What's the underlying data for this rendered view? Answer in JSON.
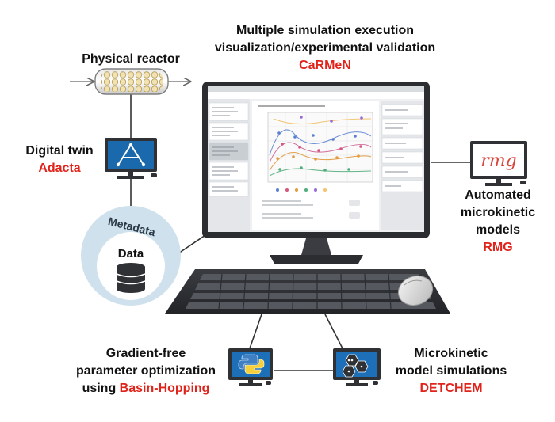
{
  "top_label": {
    "line1": "Multiple simulation execution",
    "line2": "visualization/experimental validation",
    "name": "CaRMeN"
  },
  "physical_reactor": {
    "label": "Physical reactor"
  },
  "digital_twin": {
    "label": "Digital twin",
    "name": "Adacta"
  },
  "data_store": {
    "outer_label": "Metadata",
    "inner_label": "Data"
  },
  "rmg": {
    "line1": "Automated",
    "line2": "microkinetic",
    "line3": "models",
    "name": "RMG",
    "logo_text": "rmg"
  },
  "basin_hopping": {
    "line1": "Gradient-free",
    "line2": "parameter optimization",
    "line3_prefix": "using ",
    "name": "Basin-Hopping"
  },
  "detchem": {
    "line1": "Microkinetic",
    "line2": "model simulations",
    "name": "DETCHEM"
  },
  "colors": {
    "accent_red": "#e0241b",
    "monitor_dark": "#2b2d31",
    "data_circle": "#cfe1ec",
    "screen_bg": "#eef0f2"
  }
}
